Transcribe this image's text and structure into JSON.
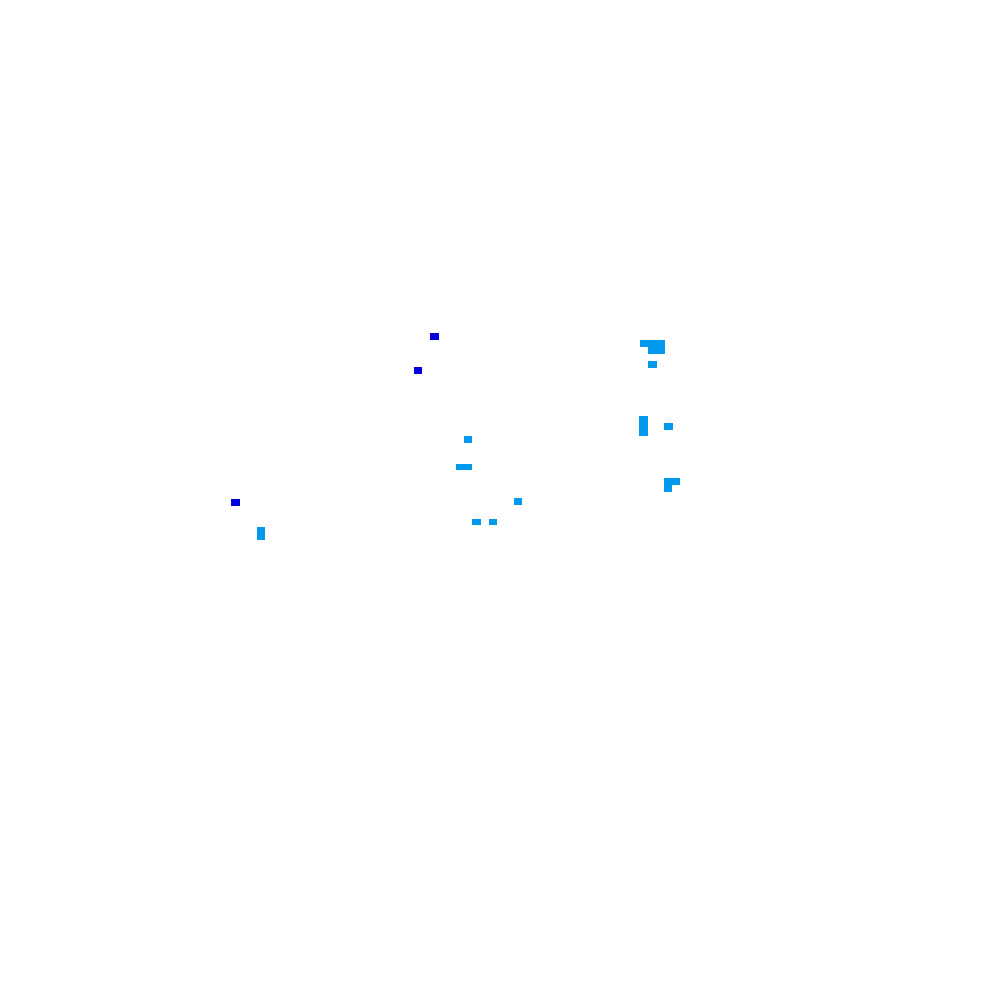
{
  "colors": {
    "background": "#ffffff",
    "dark_blue": "#0000dd",
    "light_blue": "#0099ee"
  },
  "marks": [
    {
      "color": "dark_blue"
    },
    {
      "color": "dark_blue"
    },
    {
      "color": "dark_blue"
    },
    {
      "color": "light_blue"
    },
    {
      "color": "light_blue"
    },
    {
      "color": "light_blue"
    },
    {
      "color": "light_blue"
    },
    {
      "color": "light_blue"
    },
    {
      "color": "light_blue"
    },
    {
      "color": "light_blue"
    },
    {
      "color": "light_blue"
    },
    {
      "color": "light_blue"
    },
    {
      "color": "light_blue"
    },
    {
      "color": "light_blue"
    },
    {
      "color": "light_blue"
    },
    {
      "color": "light_blue"
    },
    {
      "color": "light_blue"
    },
    {
      "color": "light_blue"
    }
  ]
}
